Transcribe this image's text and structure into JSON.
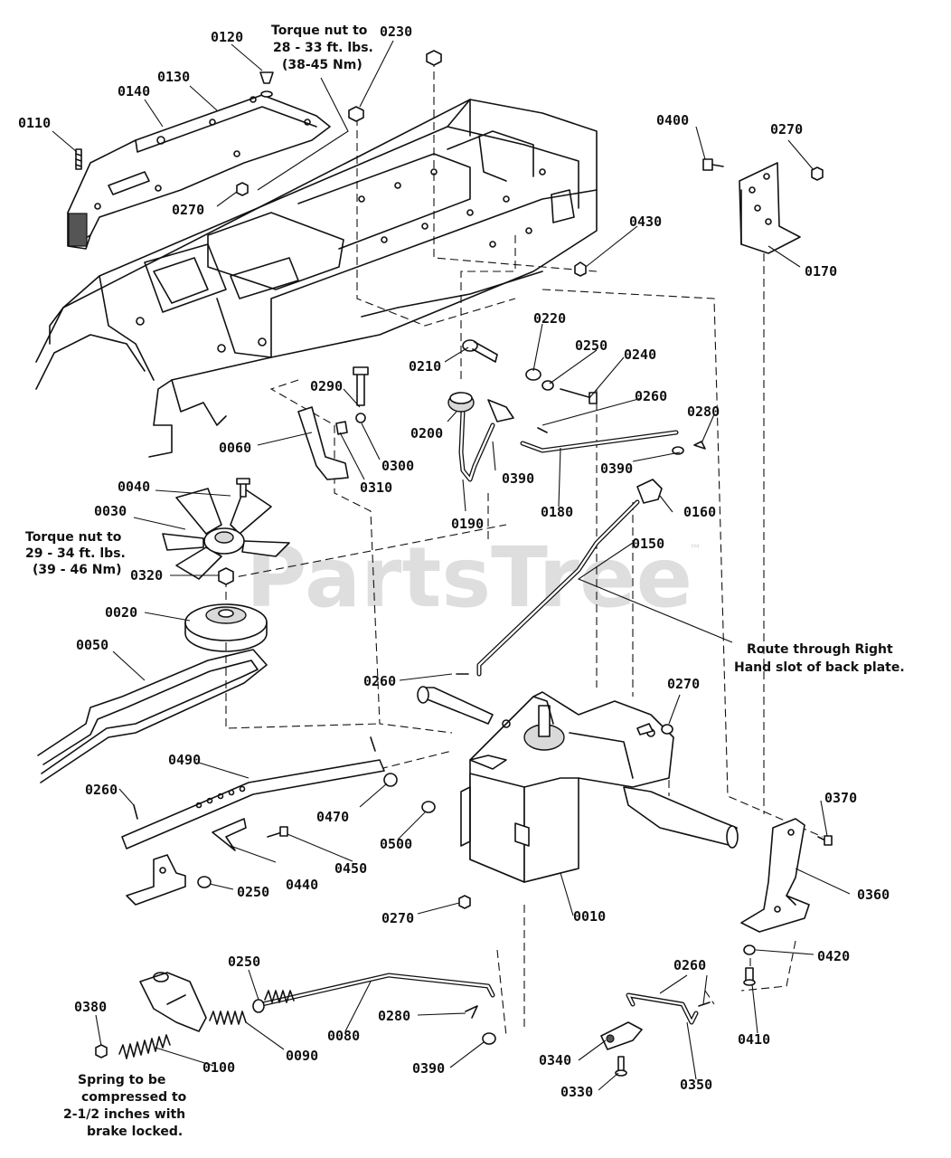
{
  "watermark": {
    "text": "PartsTree",
    "trademark": "™"
  },
  "parts": [
    {
      "id": "0010",
      "label": "0010"
    },
    {
      "id": "0020",
      "label": "0020"
    },
    {
      "id": "0030",
      "label": "0030"
    },
    {
      "id": "0040",
      "label": "0040"
    },
    {
      "id": "0050",
      "label": "0050"
    },
    {
      "id": "0060",
      "label": "0060"
    },
    {
      "id": "0080",
      "label": "0080"
    },
    {
      "id": "0090",
      "label": "0090"
    },
    {
      "id": "0100",
      "label": "0100"
    },
    {
      "id": "0110",
      "label": "0110"
    },
    {
      "id": "0120",
      "label": "0120"
    },
    {
      "id": "0130",
      "label": "0130"
    },
    {
      "id": "0140",
      "label": "0140"
    },
    {
      "id": "0150",
      "label": "0150"
    },
    {
      "id": "0160",
      "label": "0160"
    },
    {
      "id": "0170",
      "label": "0170"
    },
    {
      "id": "0180",
      "label": "0180"
    },
    {
      "id": "0190",
      "label": "0190"
    },
    {
      "id": "0200",
      "label": "0200"
    },
    {
      "id": "0210",
      "label": "0210"
    },
    {
      "id": "0220",
      "label": "0220"
    },
    {
      "id": "0230",
      "label": "0230"
    },
    {
      "id": "0240",
      "label": "0240"
    },
    {
      "id": "0250",
      "label": "0250"
    },
    {
      "id": "0260",
      "label": "0260"
    },
    {
      "id": "0270",
      "label": "0270"
    },
    {
      "id": "0280",
      "label": "0280"
    },
    {
      "id": "0290",
      "label": "0290"
    },
    {
      "id": "0300",
      "label": "0300"
    },
    {
      "id": "0310",
      "label": "0310"
    },
    {
      "id": "0320",
      "label": "0320"
    },
    {
      "id": "0330",
      "label": "0330"
    },
    {
      "id": "0340",
      "label": "0340"
    },
    {
      "id": "0350",
      "label": "0350"
    },
    {
      "id": "0360",
      "label": "0360"
    },
    {
      "id": "0370",
      "label": "0370"
    },
    {
      "id": "0380",
      "label": "0380"
    },
    {
      "id": "0390",
      "label": "0390"
    },
    {
      "id": "0400",
      "label": "0400"
    },
    {
      "id": "0410",
      "label": "0410"
    },
    {
      "id": "0420",
      "label": "0420"
    },
    {
      "id": "0430",
      "label": "0430"
    },
    {
      "id": "0440",
      "label": "0440"
    },
    {
      "id": "0450",
      "label": "0450"
    },
    {
      "id": "0470",
      "label": "0470"
    },
    {
      "id": "0490",
      "label": "0490"
    },
    {
      "id": "0500",
      "label": "0500"
    }
  ],
  "notes": {
    "torque_top": [
      "Torque nut to",
      "28 - 33 ft. lbs.",
      "(38-45 Nm)"
    ],
    "torque_left": [
      "Torque nut to",
      "29 - 34 ft. lbs.",
      "(39 - 46 Nm)"
    ],
    "route": [
      "Route through Right",
      "Hand slot of back plate."
    ],
    "spring": [
      "Spring to be",
      "compressed to",
      "2-1/2 inches with",
      "brake locked."
    ]
  }
}
